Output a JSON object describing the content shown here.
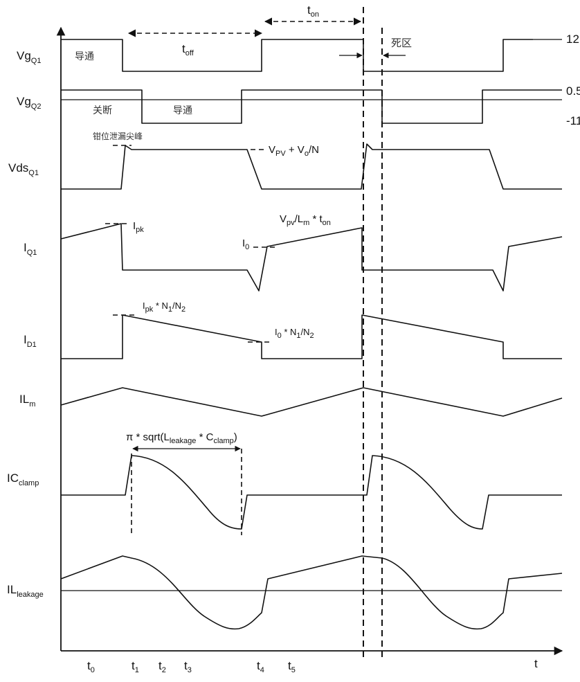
{
  "signals": {
    "vg_q1": {
      "main": "Vg",
      "sub": "Q1"
    },
    "vg_q2": {
      "main": "Vg",
      "sub": "Q2"
    },
    "vds_q1": {
      "main": "Vds",
      "sub": "Q1"
    },
    "i_q1": {
      "main": "I",
      "sub": "Q1"
    },
    "i_d1": {
      "main": "I",
      "sub": "D1"
    },
    "il_m": {
      "main": "IL",
      "sub": "m"
    },
    "ic_clamp": {
      "main": "IC",
      "sub": "clamp"
    },
    "il_leakage": {
      "main": "IL",
      "sub": "leakage"
    }
  },
  "levels": {
    "high": "12",
    "mid": "0.5",
    "low": "-11"
  },
  "texts": {
    "conduct_q1": "导通",
    "off_q2": "关断",
    "conduct_q2": "导通",
    "dead_zone": "死区",
    "clamp_spike": "钳位泄漏尖峰"
  },
  "intervals": {
    "t_off": {
      "main": "t",
      "sub": "off"
    },
    "t_on": {
      "main": "t",
      "sub": "on"
    }
  },
  "annotations": {
    "vds_level": {
      "p1": "V",
      "s1": "PV",
      "p2": " + V",
      "s2": "o",
      "p3": "/N"
    },
    "i_pk": {
      "main": "I",
      "sub": "pk"
    },
    "i_0": {
      "main": "I",
      "sub": "0"
    },
    "slope": {
      "p1": "V",
      "s1": "pv",
      "p2": "/L",
      "s2": "m",
      "p3": " * t",
      "s3": "on"
    },
    "ipk_ratio": {
      "p1": "I",
      "s1": "pk",
      "p2": " * N",
      "s2": "1",
      "p3": "/N",
      "s3": "2"
    },
    "i0_ratio": {
      "p1": "I",
      "s1": "0",
      "p2": " * N",
      "s2": "1",
      "p3": "/N",
      "s3": "2"
    },
    "resonance": {
      "p1": "π * sqrt(L",
      "s1": "leakage",
      "p2": " * C",
      "s2": "clamp",
      "p3": ")"
    }
  },
  "time_axis": {
    "label": "t",
    "ticks": [
      {
        "main": "t",
        "sub": "0"
      },
      {
        "main": "t",
        "sub": "1"
      },
      {
        "main": "t",
        "sub": "2"
      },
      {
        "main": "t",
        "sub": "3"
      },
      {
        "main": "t",
        "sub": "4"
      },
      {
        "main": "t",
        "sub": "5"
      }
    ]
  }
}
